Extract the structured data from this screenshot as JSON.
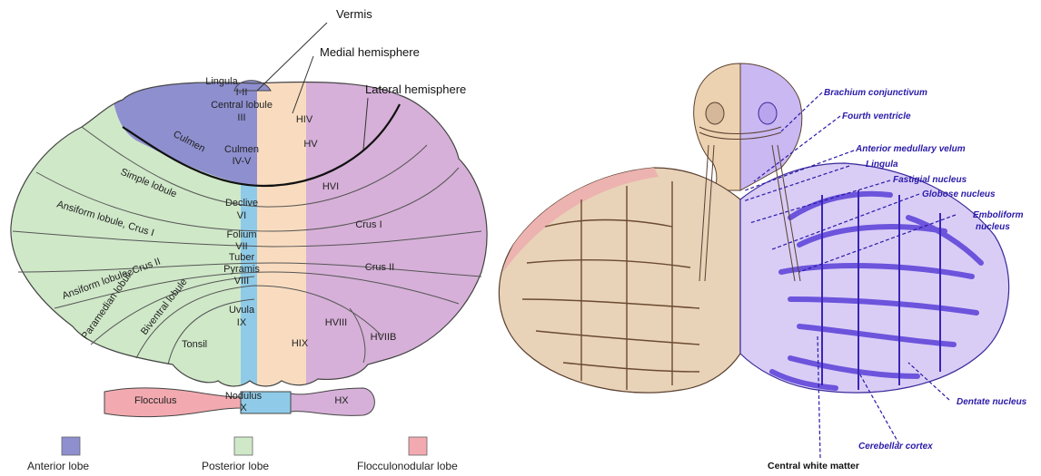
{
  "left_diagram": {
    "top_labels": {
      "vermis": "Vermis",
      "medial_hemisphere": "Medial hemisphere",
      "lateral_hemisphere": "Lateral hemisphere"
    },
    "vermis_labels": {
      "lingula": "Lingula",
      "i_ii": "I-II",
      "central_lobule": "Central lobule",
      "iii": "III",
      "culmen": "Culmen",
      "iv_v": "IV-V",
      "declive": "Declive",
      "vi": "VI",
      "folium": "Folium",
      "vii": "VII",
      "tuber": "Tuber",
      "pyramis": "Pyramis",
      "viii": "VIII",
      "uvula": "Uvula",
      "ix": "IX",
      "nodulus": "Nodulus",
      "x": "X"
    },
    "hemisphere_labels": {
      "hiv": "HIV",
      "hv": "HV",
      "hvi": "HVI",
      "crus_i": "Crus I",
      "crus_ii": "Crus II",
      "hviii": "HVIII",
      "hviib": "HVIIB",
      "hix": "HIX",
      "hx": "HX"
    },
    "left_labels": {
      "culmen": "Culmen",
      "simple_lobule": "Simple lobule",
      "ansiform_crus_i": "Ansiform lobule, Crus I",
      "ansiform_crus_ii": "Ansiform lobule, Crus II",
      "paramedian_lobule": "Paramedian lobule",
      "biventral_lobule": "Biventral lobule",
      "tonsil": "Tonsil",
      "flocculus": "Flocculus"
    },
    "legend": [
      {
        "label": "Anterior lobe",
        "color": "#8e8fcf"
      },
      {
        "label": "Posterior lobe",
        "color": "#cfe8c8"
      },
      {
        "label": "Flocculonodular lobe",
        "color": "#f2aab0"
      }
    ],
    "colors": {
      "anterior": "#8e8fcf",
      "posterior": "#cfe8c8",
      "flocculonodular": "#f2aab0",
      "vermis": "#8fcbe8",
      "medial": "#f9dcc0",
      "lateral": "#d6b0d8"
    }
  },
  "right_diagram": {
    "labels": {
      "brachium_conjunctivum": "Brachium conjunctivum",
      "fourth_ventricle": "Fourth ventricle",
      "anterior_medullary_velum": "Anterior medullary velum",
      "lingula": "Lingula",
      "fastigial_nucleus": "Fastigial nucleus",
      "globose_nucleus": "Globose nucleus",
      "emboliform_nucleus_1": "Emboliform",
      "emboliform_nucleus_2": "nucleus",
      "dentate_nucleus": "Dentate nucleus",
      "cerebellar_cortex": "Cerebellar cortex",
      "central_white_matter": "Central white matter"
    },
    "colors": {
      "tissue": "#e8d3b8",
      "stained": "#5a3fd8",
      "stained_light": "#c9b8f2",
      "label": "#2a1aa8"
    }
  }
}
